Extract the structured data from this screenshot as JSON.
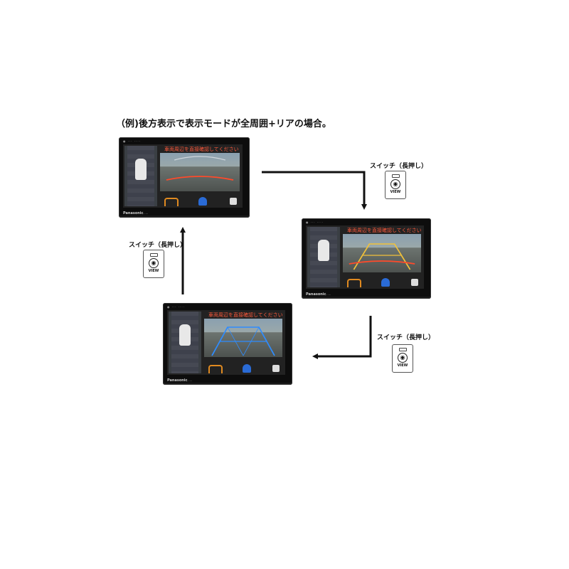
{
  "caption": "（例)後方表示で表示モードが全周囲+リアの場合。",
  "monitor": {
    "warning": "車両周辺を直接確認してください",
    "brand": "Panasonic"
  },
  "switch": {
    "label": "スイッチ（長押し）",
    "button_text": "VIEW"
  },
  "colors": {
    "guide_red": "#ff4a2a",
    "guide_yellow": "#f2c23a",
    "guide_blue": "#2e8cff",
    "arrow": "#111111"
  }
}
